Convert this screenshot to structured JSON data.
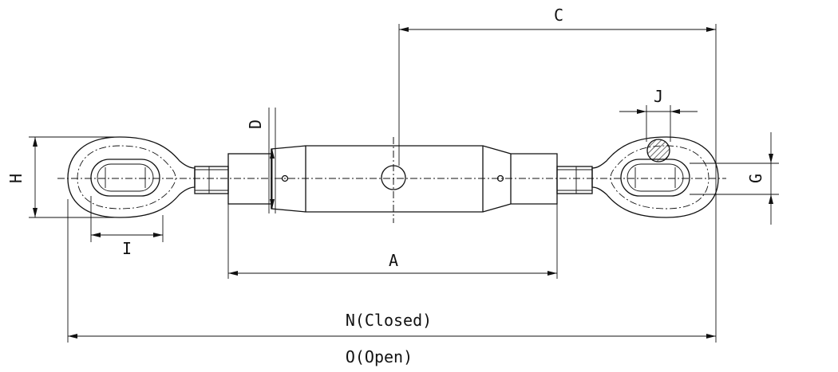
{
  "dimensions": {
    "A": "A",
    "C": "C",
    "D": "D",
    "G": "G",
    "H": "H",
    "I": "I",
    "J": "J",
    "N": "N(Closed)",
    "O": "O(Open)"
  }
}
